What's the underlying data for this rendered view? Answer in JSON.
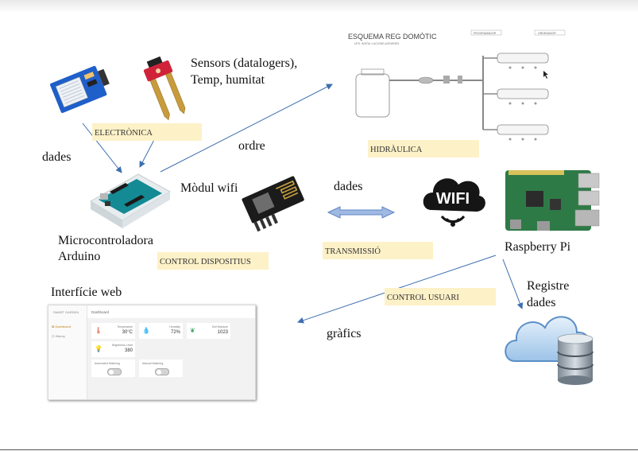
{
  "labels": {
    "sensors": "Sensors (datalogers),",
    "sensors_line2": "Temp, humitat",
    "dades_left": "dades",
    "ordre": "ordre",
    "modul_wifi": "Mòdul wifi",
    "dades_mid": "dades",
    "micro_line1": "Microcontroladora",
    "micro_line2": "Arduino",
    "raspberry": "Raspberry Pi",
    "interficie": "Interfície web",
    "registre_line1": "Registre",
    "registre_line2": "dades",
    "grafics": "gràfics"
  },
  "tags": {
    "electronica": "ELECTRÒNICA",
    "hidraulica": "HIDRÀULICA",
    "control_dispositius": "CONTROL DISPOSITIUS",
    "transmissio": "TRANSMISSIÓ",
    "control_usuari": "CONTROL USUARI"
  },
  "schematic": {
    "title": "ESQUEMA REG DOMÒTIC",
    "subtitle": "UFS. INSTAL·LACIONS AGRARIES",
    "programador": "PROGRAMADOR",
    "ordenador": "ORDENADOR"
  },
  "wifi": {
    "word": "WIFI"
  },
  "web_ui": {
    "brand": "SMART GARDEN",
    "page": "Dashboard",
    "nav_dashboard": "Dashboard",
    "nav_history": "History",
    "temperature_label": "Temperature",
    "temperature_value": "30°C",
    "humidity_label": "Humidity",
    "humidity_value": "72%",
    "soil_label": "Soil Moisture",
    "soil_value": "1023",
    "brightness_label": "Brightness Level",
    "brightness_value": "380",
    "auto_label": "Automated Watering",
    "manual_label": "Manual Watering"
  },
  "colors": {
    "arrow": "#3d6fb0",
    "tag_bg": "#fdf1c8",
    "double_arrow": "#6f95cf"
  }
}
